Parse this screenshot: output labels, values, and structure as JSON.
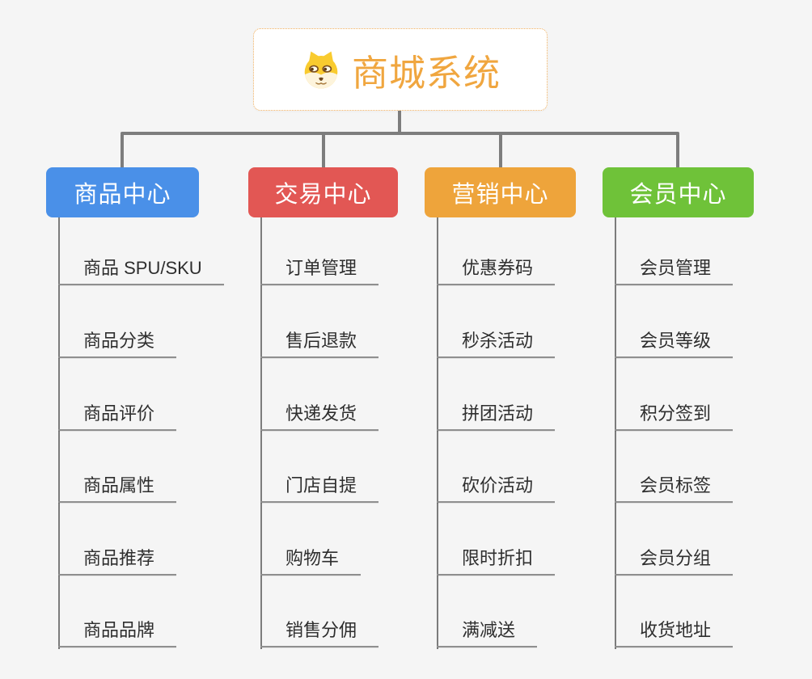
{
  "root": {
    "title": "商城系统",
    "icon": "dog-face-icon",
    "title_color": "#f0a63f",
    "border_color": "#f0b060"
  },
  "branches": [
    {
      "id": "product",
      "label": "商品中心",
      "color": "#4a90e8",
      "children": [
        "商品 SPU/SKU",
        "商品分类",
        "商品评价",
        "商品属性",
        "商品推荐",
        "商品品牌"
      ]
    },
    {
      "id": "trade",
      "label": "交易中心",
      "color": "#e25754",
      "children": [
        "订单管理",
        "售后退款",
        "快递发货",
        "门店自提",
        "购物车",
        "销售分佣"
      ]
    },
    {
      "id": "marketing",
      "label": "营销中心",
      "color": "#eea43b",
      "children": [
        "优惠券码",
        "秒杀活动",
        "拼团活动",
        "砍价活动",
        "限时折扣",
        "满减送"
      ]
    },
    {
      "id": "member",
      "label": "会员中心",
      "color": "#6fc239",
      "children": [
        "会员管理",
        "会员等级",
        "积分签到",
        "会员标签",
        "会员分组",
        "收货地址"
      ]
    }
  ],
  "colors": {
    "background": "#f5f5f5",
    "connector": "#7d7d7d",
    "leaf_underline": "#8f8f8f",
    "leaf_text": "#2e2e2e"
  }
}
